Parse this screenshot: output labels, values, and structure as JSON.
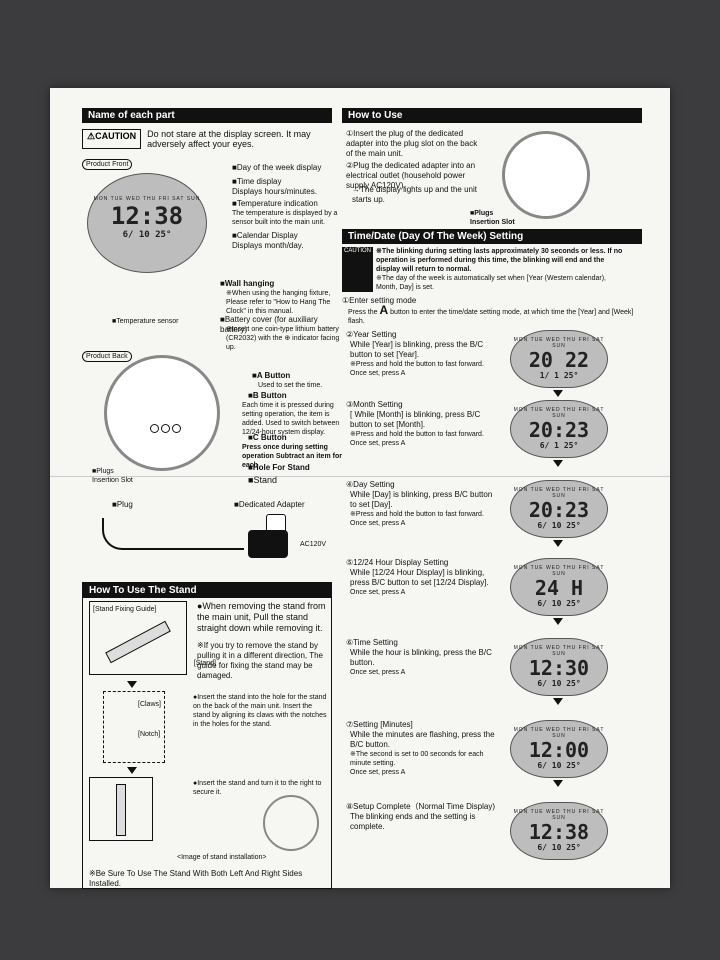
{
  "left": {
    "name_section_title": "Name of each part",
    "caution_label": "CAUTION",
    "caution_text": "Do not stare at the display screen. It may adversely affect your eyes.",
    "product_front": "Product Front",
    "front_labels": {
      "dow": "Day of the week display",
      "time": "Time display",
      "time_sub": "Displays hours/minutes.",
      "temp": "Temperature indication",
      "temp_sub": "The temperature is displayed by a sensor built into the main unit.",
      "cal": "Calendar Display",
      "cal_sub": "Displays month/day."
    },
    "front_clock": {
      "dow": "MON TUE WED THU FRI SAT SUN",
      "time": "12:38",
      "date": "6/ 10  25°"
    },
    "wall_hanging": "Wall hanging",
    "wall_hanging_sub": "※When using the hanging fixture, Please refer to \"How to Hang The Clock\" in this manual.",
    "temp_sensor": "Temperature sensor",
    "battery": "Battery cover (for auxiliary battery)",
    "battery_sub": "※Insert one coin-type lithium battery (CR2032) with the ⊕ indicator facing up.",
    "product_back": "Product Back",
    "a_button": "A Button",
    "a_button_sub": "Used to set the time.",
    "b_button": "B Button",
    "b_button_sub": "Each time it is pressed during setting operation, the item is added. Used to switch between 12/24-hour system display.",
    "c_button": "C Button",
    "c_button_sub": "Press once during setting operation Subtract an item for each",
    "plugs_slot": "Plugs Insertion Slot",
    "hole_for_stand": "Hole For Stand",
    "stand": "Stand",
    "plug": "Plug",
    "adapter": "Dedicated Adapter",
    "ac": "AC120V",
    "stand_section_title": "How To Use The Stand",
    "stand_fixing_guide": "[Stand Fixing Guide]",
    "stand_label": "[Stand]",
    "stand_text1": "●When removing the stand from the main unit, Pull the stand straight down while removing it.",
    "stand_text2": "※If you try to remove the stand by pulling it in a different direction, The guide for fixing the stand may be damaged.",
    "claws": "[Claws]",
    "notch": "[Notch]",
    "stand_text3": "●Insert the stand into the hole for the stand on the back of the main unit. Insert the stand by aligning its claws with the notches in the holes for the stand.",
    "stand_text4": "●Insert the stand and turn it to the right to secure it.",
    "image_caption": "<Image of stand installation>",
    "footer_note": "※Be Sure To Use The Stand With Both Left And Right Sides Installed."
  },
  "right": {
    "how_to_use_title": "How to Use",
    "how1": "①Insert the plug of the dedicated adapter into the plug slot on the back of the main unit.",
    "how2": "②Plug the dedicated adapter into an electrical outlet (household power supply AC120V).",
    "how3": "→The display lights up and the unit starts up.",
    "plugs_slot": "Plugs Insertion Slot",
    "time_date_title": "Time/Date (Day Of The Week) Setting",
    "caution_label": "CAUTION",
    "caution1": "※The blinking during setting lasts approximately 30 seconds or less. If no operation is performed during this time, the blinking will end and the display will return to normal.",
    "caution2": "※The day of the week is automatically set when [Year (Western calendar), Month, Day] is set.",
    "enter_mode": "①Enter setting mode",
    "enter_mode_sub_pre": "Press the",
    "enter_mode_key": "A",
    "enter_mode_sub_post": "button to enter the time/date setting mode, at which time the [Year] and [Week] flash.",
    "steps": [
      {
        "title": "②Year Setting",
        "body": "While [Year] is blinking, press the B/C button to set [Year].",
        "note": "※Press and hold the button to fast forward.",
        "once": "Once set, press A",
        "lcd_main": "20 22",
        "lcd_sub": "1/ 1  25°"
      },
      {
        "title": "③Month Setting",
        "body": "[ While [Month] is blinking, press B/C button to set [Month].",
        "note": "※Press and hold the button to fast forward.",
        "once": "Once set, press A",
        "lcd_main": "20:23",
        "lcd_sub": "6/ 1  25°"
      },
      {
        "title": "④Day Setting",
        "body": "While [Day] is blinking, press B/C button to set [Day].",
        "note": "※Press and hold the button to fast forward.",
        "once": "Once set, press A",
        "lcd_main": "20:23",
        "lcd_sub": "6/ 10  25°"
      },
      {
        "title": "⑤12/24 Hour Display Setting",
        "body": "While [12/24 Hour Display] is blinking, press B/C button to set [12/24 Display].",
        "note": "",
        "once": "Once set, press A",
        "lcd_main": "24 H",
        "lcd_sub": "6/ 10  25°"
      },
      {
        "title": "⑥Time Setting",
        "body": "While the hour is blinking, press the B/C button.",
        "note": "",
        "once": "Once set, press A",
        "lcd_main": "12:30",
        "lcd_sub": "6/ 10  25°"
      },
      {
        "title": "⑦Setting [Minutes]",
        "body": "While the minutes are flashing, press the B/C button.",
        "note": "※The second is set to 00 seconds for each minute setting.",
        "once": "Once set, press A",
        "lcd_main": "12:00",
        "lcd_sub": "6/ 10  25°"
      },
      {
        "title": "⑧Setup Complete（Normal Time Display)",
        "body": "The blinking ends and the setting is complete.",
        "note": "",
        "once": "",
        "lcd_main": "12:38",
        "lcd_sub": "6/ 10  25°"
      }
    ],
    "lcd_dow": "MON TUE WED THU FRI SAT SUN"
  }
}
